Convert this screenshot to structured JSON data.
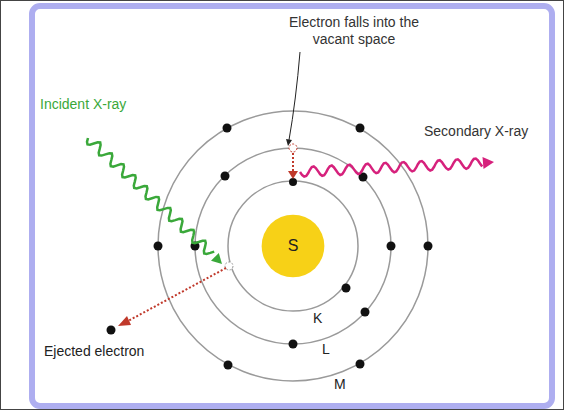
{
  "diagram": {
    "nodes": [
      {
        "text": [
          "S"
        ]
      }
    ],
    "labels": [
      "Electron falls into the vacant space",
      "Incident X-ray",
      "Secondary X-ray",
      "K",
      "L",
      "M",
      "Ejected electron"
    ]
  }
}
